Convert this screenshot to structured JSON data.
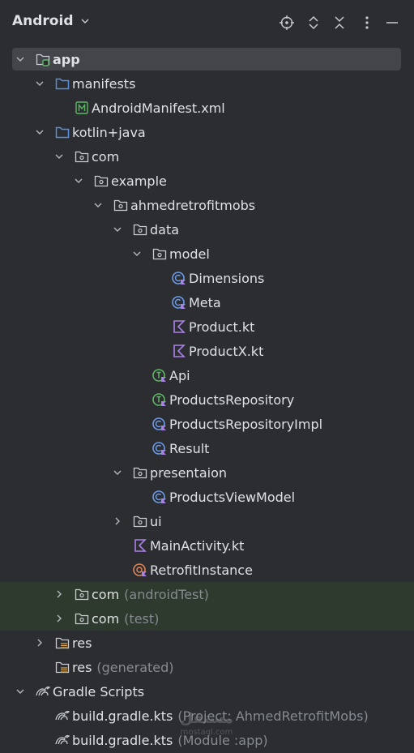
{
  "header": {
    "view_label": "Android",
    "icons": [
      "locate-icon",
      "expand-all-icon",
      "collapse-all-icon",
      "more-options-icon",
      "hide-panel-icon"
    ]
  },
  "tree": [
    {
      "label": "app",
      "hint": "",
      "icon": "module-folder",
      "expander": "open",
      "selected": true
    },
    {
      "label": "manifests",
      "hint": "",
      "icon": "folder",
      "expander": "open"
    },
    {
      "label": "AndroidManifest.xml",
      "hint": "",
      "icon": "manifest",
      "expander": "none"
    },
    {
      "label": "kotlin+java",
      "hint": "",
      "icon": "folder",
      "expander": "open"
    },
    {
      "label": "com",
      "hint": "",
      "icon": "package",
      "expander": "open"
    },
    {
      "label": "example",
      "hint": "",
      "icon": "package",
      "expander": "open"
    },
    {
      "label": "ahmedretrofitmobs",
      "hint": "",
      "icon": "package",
      "expander": "open"
    },
    {
      "label": "data",
      "hint": "",
      "icon": "package",
      "expander": "open"
    },
    {
      "label": "model",
      "hint": "",
      "icon": "package",
      "expander": "open"
    },
    {
      "label": "Dimensions",
      "hint": "",
      "icon": "kotlin-class",
      "expander": "none"
    },
    {
      "label": "Meta",
      "hint": "",
      "icon": "kotlin-class",
      "expander": "none"
    },
    {
      "label": "Product.kt",
      "hint": "",
      "icon": "kotlin-file",
      "expander": "none"
    },
    {
      "label": "ProductX.kt",
      "hint": "",
      "icon": "kotlin-file",
      "expander": "none"
    },
    {
      "label": "Api",
      "hint": "",
      "icon": "kotlin-interface",
      "expander": "none"
    },
    {
      "label": "ProductsRepository",
      "hint": "",
      "icon": "kotlin-interface",
      "expander": "none"
    },
    {
      "label": "ProductsRepositoryImpl",
      "hint": "",
      "icon": "kotlin-class",
      "expander": "none"
    },
    {
      "label": "Result",
      "hint": "",
      "icon": "kotlin-class",
      "expander": "none"
    },
    {
      "label": "presentaion",
      "hint": "",
      "icon": "package",
      "expander": "open"
    },
    {
      "label": "ProductsViewModel",
      "hint": "",
      "icon": "kotlin-class",
      "expander": "none"
    },
    {
      "label": "ui",
      "hint": "",
      "icon": "package",
      "expander": "closed"
    },
    {
      "label": "MainActivity.kt",
      "hint": "",
      "icon": "kotlin-file",
      "expander": "none"
    },
    {
      "label": "RetrofitInstance",
      "hint": "",
      "icon": "kotlin-object",
      "expander": "none"
    },
    {
      "label": "com",
      "hint": "(androidTest)",
      "icon": "package",
      "expander": "closed",
      "test": true
    },
    {
      "label": "com",
      "hint": "(test)",
      "icon": "package",
      "expander": "closed",
      "test": true
    },
    {
      "label": "res",
      "hint": "",
      "icon": "res-folder",
      "expander": "closed"
    },
    {
      "label": "res",
      "hint": "(generated)",
      "icon": "res-folder",
      "expander": "none"
    },
    {
      "label": "Gradle Scripts",
      "hint": "",
      "icon": "gradle",
      "expander": "open"
    },
    {
      "label": "build.gradle.kts",
      "hint": "(Project: AhmedRetrofitMobs)",
      "icon": "gradle",
      "expander": "none"
    },
    {
      "label": "build.gradle.kts",
      "hint": "(Module :app)",
      "icon": "gradle",
      "expander": "none"
    }
  ],
  "watermark": {
    "line1": "مستقل",
    "line2": "mostaql.com"
  }
}
